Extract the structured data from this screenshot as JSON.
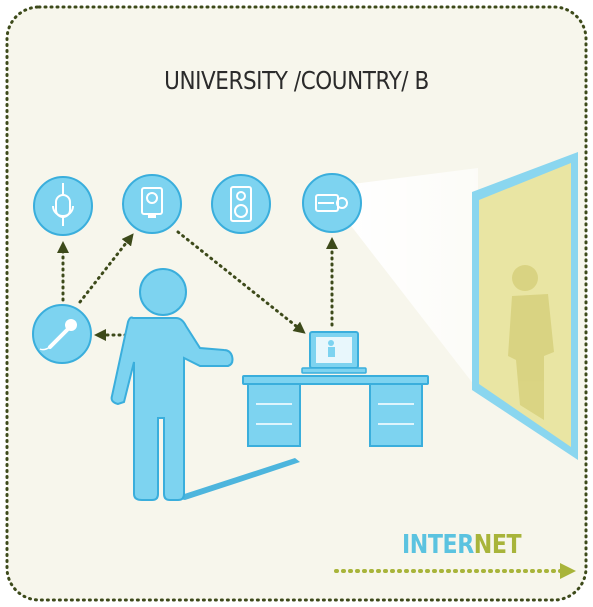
{
  "title": "UNIVERSITY /COUNTRY/ B",
  "internet": {
    "part1": "INTER",
    "part2": "NET"
  },
  "colors": {
    "background": "#f7f6ec",
    "border": "#3d4a1a",
    "device_fill": "#7dd3f0",
    "device_stroke": "#3aaedc",
    "person": "#7dd3f0",
    "arrow": "#3d4a1a",
    "internet_blue": "#5bc3e0",
    "internet_green": "#a8b43a",
    "screen_frame": "#8ad6ef",
    "screen_fill": "#e9e5a3",
    "projection_beam": "#ffffff"
  },
  "icons": {
    "ceiling_microphone": "ceiling-microphone-icon",
    "camera": "camera-icon",
    "speaker": "speaker-icon",
    "projector": "projector-icon",
    "handheld_microphone": "handheld-microphone-icon",
    "laptop": "laptop-icon",
    "desk": "desk-icon",
    "presenter": "presenter-figure",
    "projection_screen": "projection-screen"
  }
}
